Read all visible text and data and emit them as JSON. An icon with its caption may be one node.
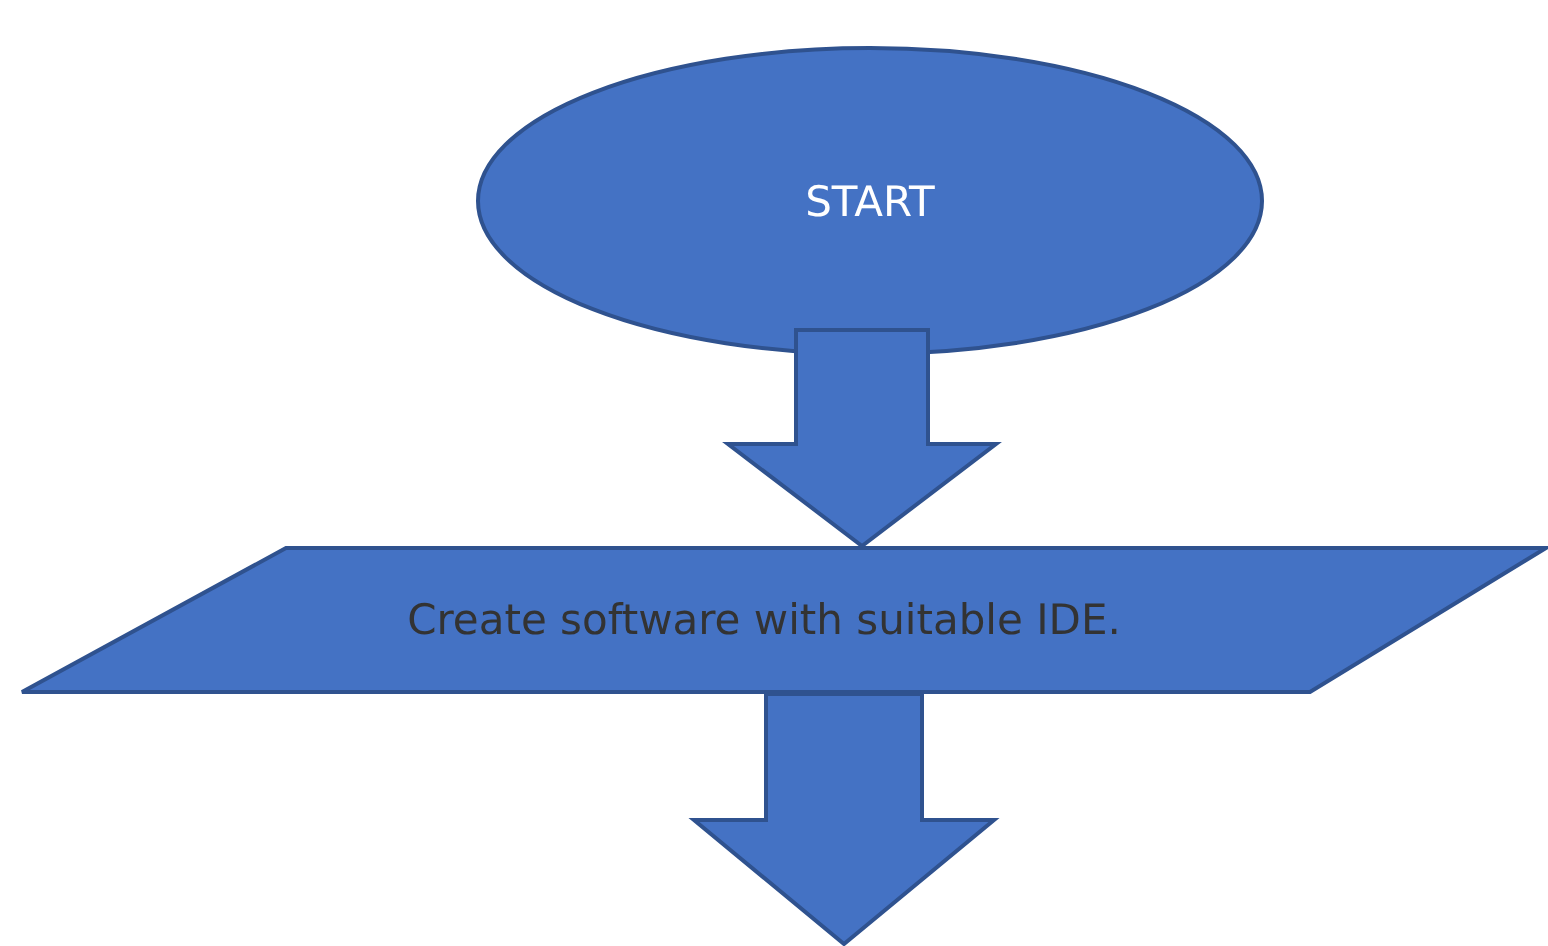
{
  "diagram": {
    "nodes": [
      {
        "text": [
          "START"
        ]
      },
      {
        "text": [
          "Create software with suitable IDE."
        ]
      }
    ],
    "edges": [
      {
        "from": 0,
        "to": 1,
        "arrow": "to"
      },
      {
        "from": 1,
        "to": null,
        "arrow": "to"
      }
    ]
  }
}
